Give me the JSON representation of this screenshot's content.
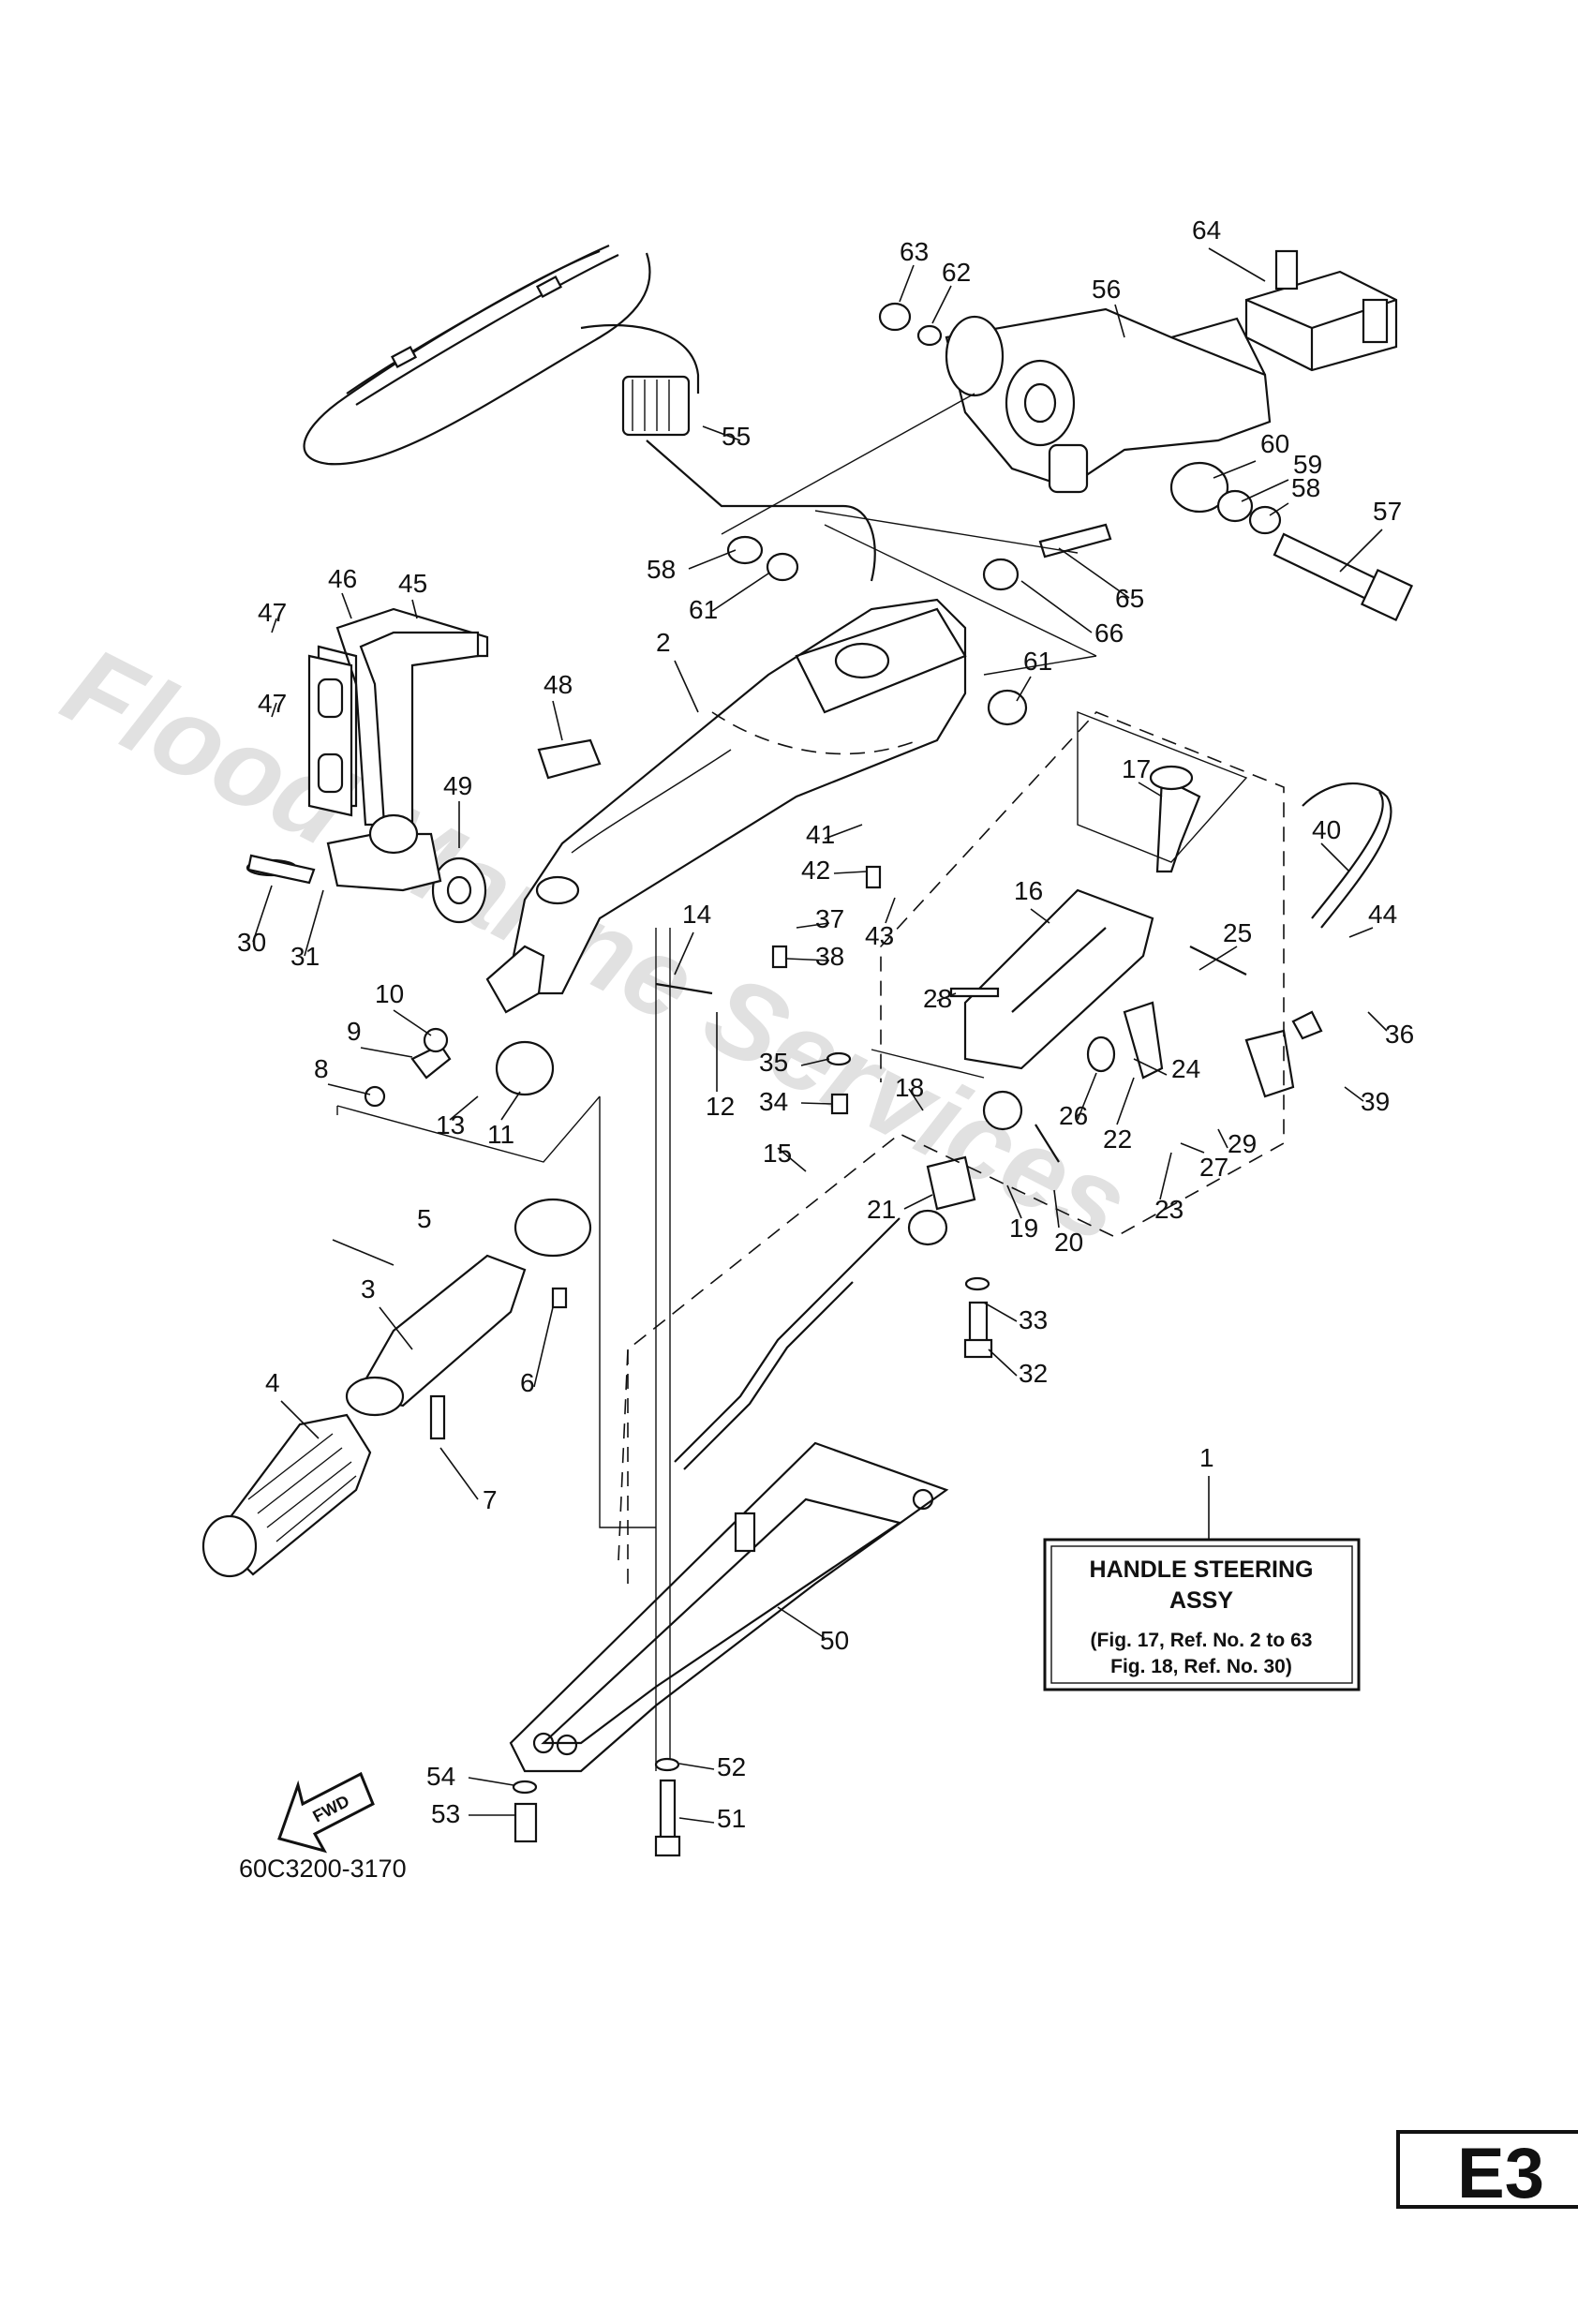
{
  "watermark": "Flood Marine Services",
  "diagram_code": "60C3200-3170",
  "page_badge": "E3",
  "fwd_label": "FWD",
  "assy_box": {
    "line1": "HANDLE STEERING",
    "line2": "ASSY",
    "line3": "(Fig. 17, Ref. No. 2 to 63",
    "line4": "Fig. 18, Ref. No. 30)"
  },
  "callouts": [
    "1",
    "2",
    "3",
    "4",
    "5",
    "6",
    "7",
    "8",
    "9",
    "10",
    "11",
    "12",
    "13",
    "14",
    "15",
    "16",
    "17",
    "18",
    "19",
    "20",
    "21",
    "22",
    "23",
    "24",
    "25",
    "26",
    "27",
    "28",
    "29",
    "30",
    "31",
    "32",
    "33",
    "34",
    "35",
    "36",
    "37",
    "38",
    "39",
    "40",
    "41",
    "42",
    "43",
    "44",
    "45",
    "46",
    "47",
    "47",
    "48",
    "49",
    "50",
    "51",
    "52",
    "53",
    "54",
    "55",
    "56",
    "57",
    "58",
    "58",
    "59",
    "60",
    "61",
    "61",
    "62",
    "63",
    "64",
    "65",
    "66"
  ]
}
